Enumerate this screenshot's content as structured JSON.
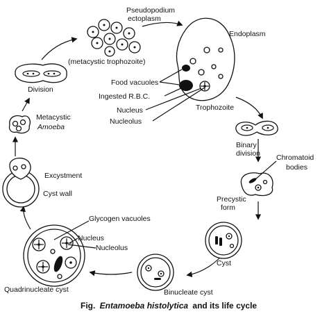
{
  "labels": {
    "pseudopodium": "Pseudopodium",
    "ectoplasm": "ectoplasm",
    "endoplasm": "Endoplasm",
    "metacystic_trophozoite": "(metacystic trophozoite)",
    "food_vacuoles": "Food vacuoles",
    "ingested_rbc": "Ingested R.B.C.",
    "nucleus_top": "Nucleus",
    "nucleolus_top": "Nucleolus",
    "trophozoite": "Trophozoite",
    "division": "Division",
    "metacystic": "Metacystic",
    "amoeba": "Amoeba",
    "binary": "Binary",
    "division2": "division",
    "chromatoid": "Chromatoid",
    "bodies": "bodies",
    "excystment": "Excystment",
    "cyst_wall": "Cyst wall",
    "precystic": "Precystic",
    "form": "form",
    "glycogen_vacuoles": "Glycogen vacuoles",
    "nucleus_bottom": "Nucleus",
    "nucleolus_bottom": "Nucleolus",
    "cyst": "Cyst",
    "binucleate_cyst": "Binucleate cyst",
    "quadrinucleate_cyst": "Quadrinucleate cyst"
  },
  "caption": {
    "prefix": "Fig.",
    "species": "Entamoeba histolytica",
    "suffix": "and its life cycle"
  }
}
